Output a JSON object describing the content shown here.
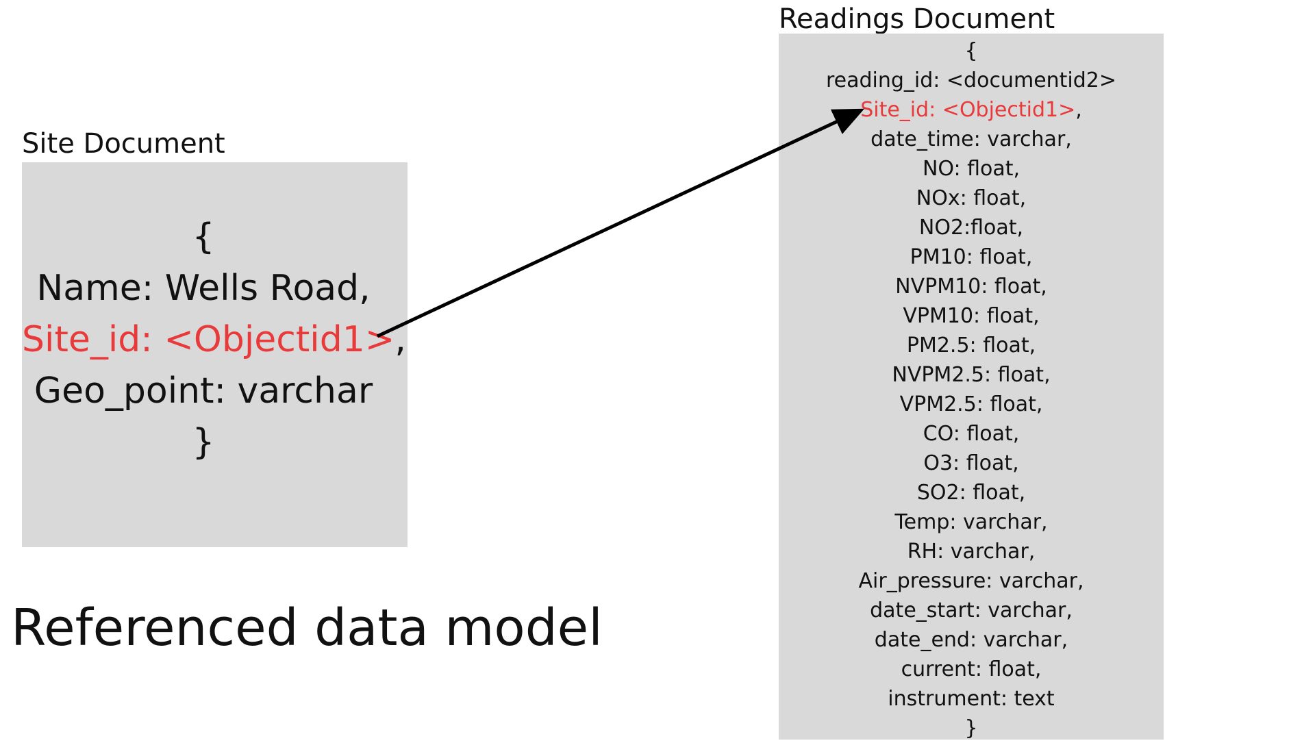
{
  "site_document": {
    "title": "Site Document",
    "open_brace": "{",
    "name_line": "Name: Wells Road,",
    "site_id_ref": "Site_id: <Objectid1>",
    "site_id_suffix": ",",
    "geo_line": "Geo_point: varchar",
    "close_brace": "}"
  },
  "readings_document": {
    "title": "Readings Document",
    "open_brace": "{",
    "reading_id_line": "reading_id: <documentid2>",
    "site_id_ref": "Site_id: <Objectid1>",
    "site_id_suffix": ",",
    "fields": [
      "date_time: varchar,",
      "NO: float,",
      "NOx: float,",
      "NO2:float,",
      "PM10: float,",
      "NVPM10: float,",
      "VPM10: float,",
      "PM2.5: float,",
      "NVPM2.5: float,",
      "VPM2.5: float,",
      "CO: float,",
      "O3: float,",
      "SO2: float,",
      "Temp: varchar,",
      "RH: varchar,",
      "Air_pressure: varchar,",
      "date_start: varchar,",
      "date_end: varchar,",
      "current: float,",
      "instrument: text"
    ],
    "close_brace": "}"
  },
  "caption": "Referenced data model",
  "colors": {
    "box_fill": "#d9d9d9",
    "reference_highlight": "#e83a3a",
    "text": "#111111",
    "arrow": "#000000"
  }
}
